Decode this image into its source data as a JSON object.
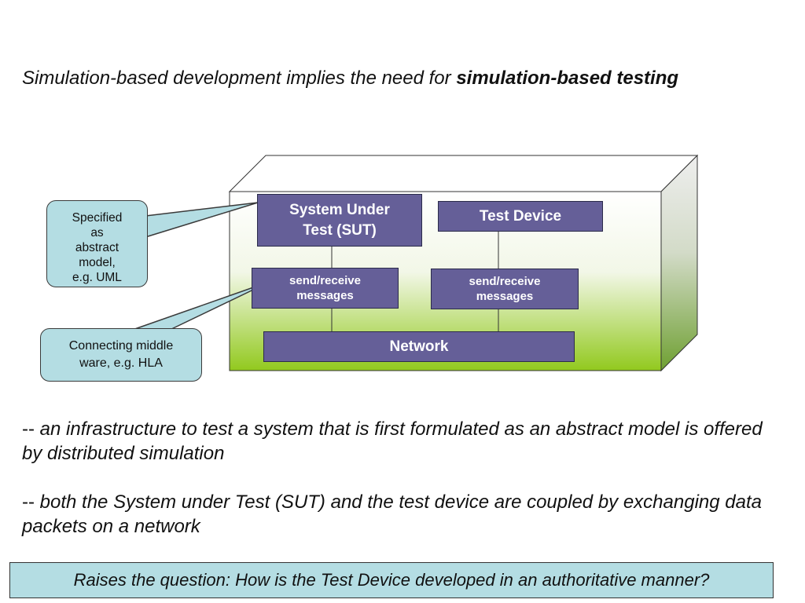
{
  "headline": {
    "normal": "Simulation-based development implies the need for ",
    "bold": "simulation-based testing"
  },
  "diagram": {
    "sut": {
      "line1": "System Under",
      "line2": "Test (SUT)"
    },
    "test_device": "Test Device",
    "sut_messages": {
      "line1": "send/receive",
      "line2": "messages"
    },
    "device_messages": {
      "line1": "send/receive",
      "line2": "messages"
    },
    "network": "Network",
    "callout_model": {
      "line1": "Specified",
      "line2": "as",
      "line3": "abstract",
      "line4": "model,",
      "line5": "e.g. UML"
    },
    "callout_middleware": {
      "line1": "Connecting middle",
      "line2": "ware, e.g. HLA"
    }
  },
  "bullets": [
    {
      "dash": "--",
      "text": " an infrastructure to test a system that is first formulated as an abstract model is offered by distributed simulation"
    },
    {
      "dash": "--",
      "text": " both the System under Test (SUT) and the test device are coupled by exchanging data packets on a network"
    }
  ],
  "question": "Raises the question:  How is the Test Device developed in an authoritative manner?",
  "colors": {
    "box_fill": "#655f98",
    "callout_fill": "#b4dde3",
    "cube_gradient_bottom": "#92c91e",
    "cube_side_bottom": "#6fa032"
  }
}
